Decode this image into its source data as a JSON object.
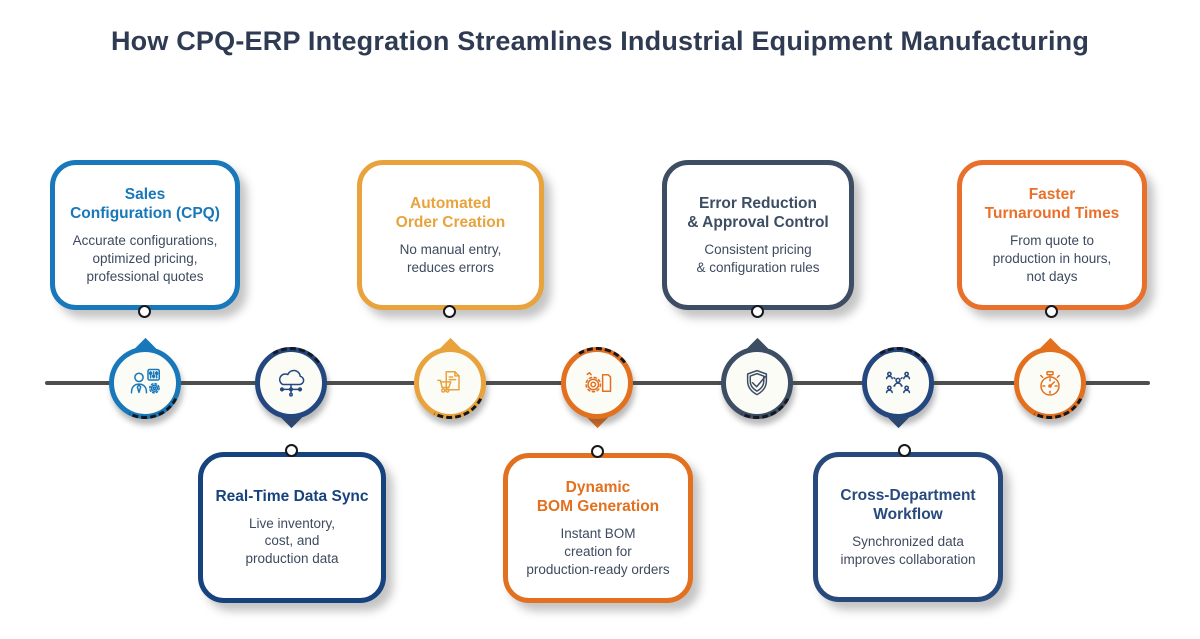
{
  "title": {
    "text": "How CPQ-ERP Integration Streamlines Industrial Equipment Manufacturing",
    "color": "#2f3b52"
  },
  "timeline": {
    "line_color": "#4e4e4e",
    "connector_dot_color": "#15181e"
  },
  "text": {
    "body_color": "#3e4a5f"
  },
  "cards": [
    {
      "id": "sales-configuration-cpq",
      "title_lines": [
        "Sales",
        "Configuration (CPQ)"
      ],
      "body_lines": [
        "Accurate configurations,",
        "optimized pricing,",
        "professional quotes"
      ],
      "accent": "#1878b9"
    },
    {
      "id": "automated-order-creation",
      "title_lines": [
        "Automated",
        "Order Creation"
      ],
      "body_lines": [
        "No manual entry,",
        "reduces errors"
      ],
      "accent": "#e8a33d"
    },
    {
      "id": "error-reduction-approval-control",
      "title_lines": [
        "Error Reduction",
        "& Approval Control"
      ],
      "body_lines": [
        "Consistent pricing",
        "& configuration rules"
      ],
      "accent": "#3d4d63"
    },
    {
      "id": "faster-turnaround-times",
      "title_lines": [
        "Faster",
        "Turnaround Times"
      ],
      "body_lines": [
        "From quote to",
        "production in hours,",
        "not days"
      ],
      "accent": "#e8702a"
    },
    {
      "id": "real-time-data-sync",
      "title_lines": [
        "Real-Time Data Sync"
      ],
      "body_lines": [
        "Live inventory,",
        "cost, and",
        "production data"
      ],
      "accent": "#16427e"
    },
    {
      "id": "dynamic-bom-generation",
      "title_lines": [
        "Dynamic",
        "BOM Generation"
      ],
      "body_lines": [
        "Instant BOM",
        "creation for",
        "production-ready orders"
      ],
      "accent": "#e2701f"
    },
    {
      "id": "cross-department-workflow",
      "title_lines": [
        "Cross-Department",
        "Workflow"
      ],
      "body_lines": [
        "Synchronized data",
        "improves collaboration"
      ],
      "accent": "#27497c"
    }
  ],
  "nodes": [
    {
      "icon": "salesperson-configuration-icon",
      "color": "#1878b9"
    },
    {
      "icon": "cloud-data-sync-icon",
      "color": "#24477f"
    },
    {
      "icon": "order-document-cart-icon",
      "color": "#e8a33d"
    },
    {
      "icon": "bom-gear-document-icon",
      "color": "#e2701f"
    },
    {
      "icon": "shield-check-icon",
      "color": "#3d4d63"
    },
    {
      "icon": "people-network-icon",
      "color": "#24477f"
    },
    {
      "icon": "stopwatch-icon",
      "color": "#e2701f"
    }
  ]
}
